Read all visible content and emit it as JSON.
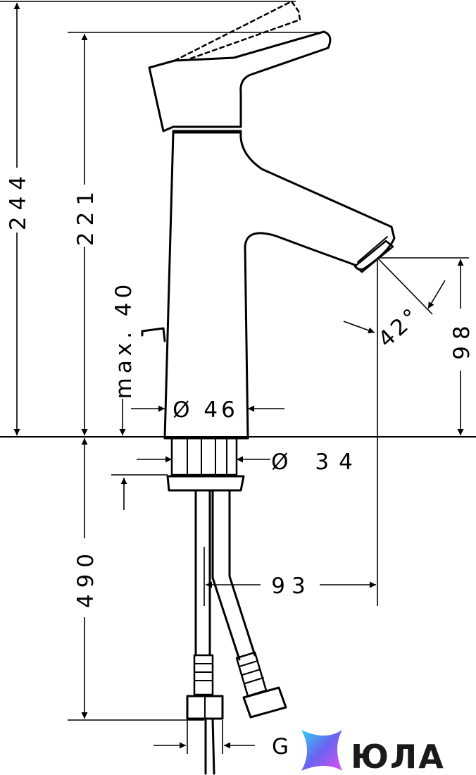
{
  "dimensions": {
    "total_height": "244",
    "spout_height": "221",
    "max_thickness": "max. 40",
    "body_diameter": "Ø 46",
    "shank_diameter": "Ø 34",
    "spout_reach": "93",
    "outlet_height": "98",
    "spray_angle": "42°",
    "hose_length": "490",
    "connection_thread": "G"
  },
  "brand": {
    "logo_text": "ЮЛА",
    "logo_color_start": "#2fd0ee",
    "logo_color_mid": "#6a63f0",
    "logo_color_end": "#e04ff0"
  },
  "colors": {
    "line": "#000000",
    "background": "#ffffff"
  }
}
